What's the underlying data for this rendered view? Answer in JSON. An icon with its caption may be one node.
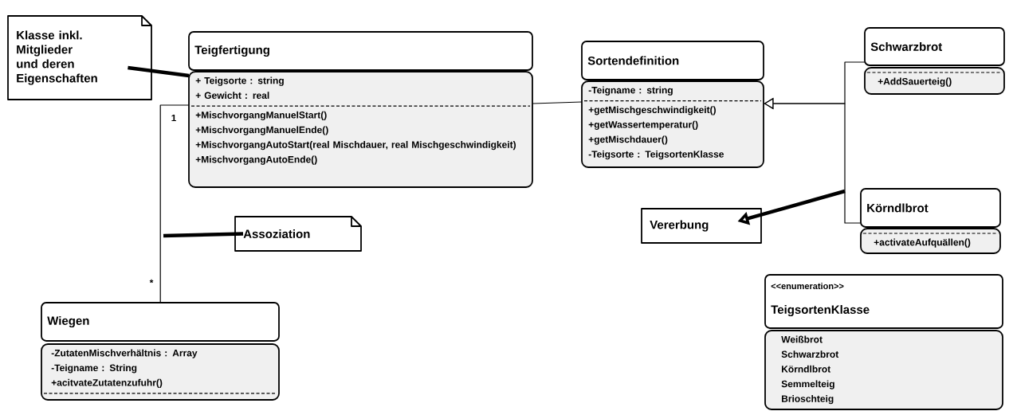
{
  "diagram": {
    "nodes": [
      {
        "text": [
          "Klasse inkl. Mitglieder und deren Eigenschaften"
        ]
      },
      {
        "text": [
          "Teigfertigung",
          "+ Teigsorte : string",
          "+ Gewicht : real",
          "+MischvorgangManuelStart()",
          "+MischvorgangManuelEnde()",
          "+MischvorgangAutoStart(real Mischdauer, real Mischgeschwindigkeit)",
          "+MischvorgangAutoEnde()"
        ]
      },
      {
        "text": [
          "Sortendefinition",
          "-Teigname : string",
          "+getMischgeschwindigkeit()",
          "+getWassertemperatur()",
          "+getMischdauer()",
          "-Teigsorte : TeigsortenKlasse"
        ]
      },
      {
        "text": [
          "Schwarzbrot",
          "+AddSauerteig()"
        ]
      },
      {
        "text": [
          "Assoziation"
        ]
      },
      {
        "text": [
          "Vererbung"
        ]
      },
      {
        "text": [
          "Körndlbrot",
          "+activateAufquällen()"
        ]
      },
      {
        "text": [
          "Wiegen",
          "-ZutatenMischverhältnis : Array",
          "-Teigname : String",
          "+acitvateZutatenzufuhr()"
        ]
      },
      {
        "text": [
          "<<enumeration>>",
          "TeigsortenKlasse",
          "Weißbrot",
          "Schwarzbrot",
          "Körndlbrot",
          "Semmelteig",
          "Brioschteig"
        ]
      }
    ],
    "edges": [
      {
        "from": 0,
        "to": 1,
        "arrow": "none",
        "style": "thick"
      },
      {
        "from": 1,
        "to": 2,
        "arrow": "none"
      },
      {
        "from": 1,
        "to": 7,
        "arrow": "none"
      },
      {
        "from": 4,
        "to": null,
        "arrow": "none",
        "style": "thick"
      },
      {
        "from": 3,
        "to": 2,
        "arrow": "to"
      },
      {
        "from": 6,
        "to": 2,
        "arrow": "to"
      },
      {
        "from": null,
        "to": 5,
        "arrow": "to",
        "style": "thick"
      }
    ],
    "labels": [
      "1",
      "*"
    ]
  }
}
